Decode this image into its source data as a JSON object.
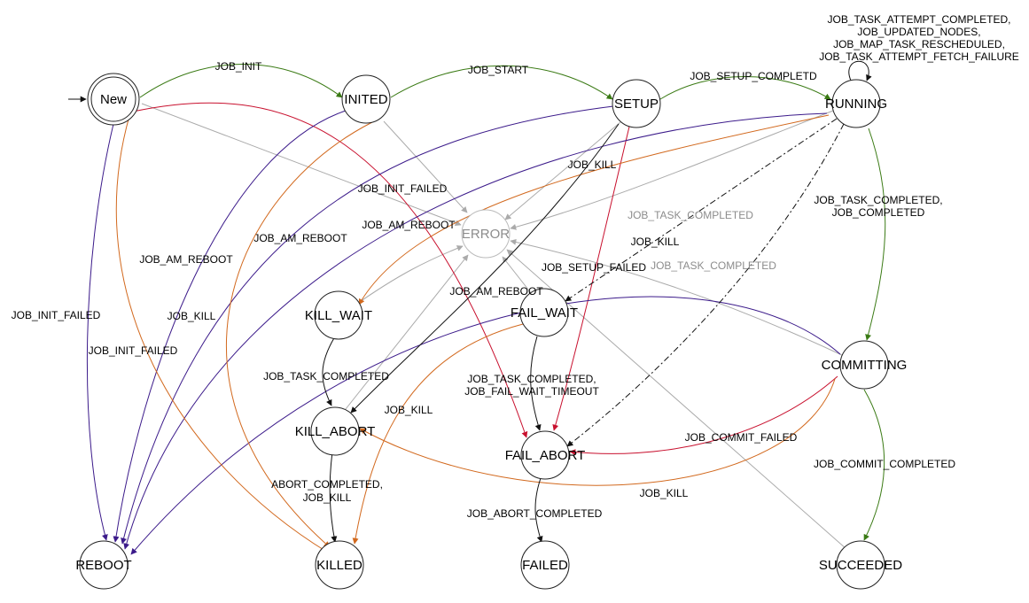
{
  "states": [
    {
      "id": "new",
      "label": "New",
      "style": "initial"
    },
    {
      "id": "inited",
      "label": "INITED",
      "style": "normal"
    },
    {
      "id": "setup",
      "label": "SETUP",
      "style": "normal"
    },
    {
      "id": "running",
      "label": "RUNNING",
      "style": "normal"
    },
    {
      "id": "error",
      "label": "ERROR",
      "style": "muted"
    },
    {
      "id": "kill_wait",
      "label": "KILL_WAIT",
      "style": "normal"
    },
    {
      "id": "fail_wait",
      "label": "FAIL_WAIT",
      "style": "normal"
    },
    {
      "id": "committing",
      "label": "COMMITTING",
      "style": "normal"
    },
    {
      "id": "kill_abort",
      "label": "KILL_ABORT",
      "style": "normal"
    },
    {
      "id": "fail_abort",
      "label": "FAIL_ABORT",
      "style": "normal"
    },
    {
      "id": "reboot",
      "label": "REBOOT",
      "style": "normal"
    },
    {
      "id": "killed",
      "label": "KILLED",
      "style": "normal"
    },
    {
      "id": "failed",
      "label": "FAILED",
      "style": "normal"
    },
    {
      "id": "succeeded",
      "label": "SUCCEEDED",
      "style": "normal"
    }
  ],
  "colors": {
    "green": "#3a7a14",
    "red": "#c8102e",
    "purple": "#3b1a8a",
    "orange": "#d2691e",
    "gray": "#aaaaaa",
    "black": "#111111",
    "muted_text": "#8c8c8c"
  },
  "edges": [
    {
      "id": "new-inited",
      "from": "new",
      "to": "inited",
      "color": "green"
    },
    {
      "id": "inited-setup",
      "from": "inited",
      "to": "setup",
      "color": "green"
    },
    {
      "id": "setup-running",
      "from": "setup",
      "to": "running",
      "color": "green"
    },
    {
      "id": "running-self",
      "from": "running",
      "to": "running",
      "color": "black"
    },
    {
      "id": "running-committing",
      "from": "running",
      "to": "committing",
      "color": "green"
    },
    {
      "id": "committing-succeeded",
      "from": "committing",
      "to": "succeeded",
      "color": "green"
    },
    {
      "id": "new-error",
      "from": "new",
      "to": "error",
      "color": "gray"
    },
    {
      "id": "inited-error",
      "from": "inited",
      "to": "error",
      "color": "gray"
    },
    {
      "id": "setup-error",
      "from": "setup",
      "to": "error",
      "color": "gray"
    },
    {
      "id": "running-error",
      "from": "running",
      "to": "error",
      "color": "gray"
    },
    {
      "id": "kill_wait-error",
      "from": "kill_wait",
      "to": "error",
      "color": "gray"
    },
    {
      "id": "kill_abort-error",
      "from": "kill_abort",
      "to": "error",
      "color": "gray"
    },
    {
      "id": "fail_wait-error",
      "from": "fail_wait",
      "to": "error",
      "color": "gray"
    },
    {
      "id": "committing-error",
      "from": "committing",
      "to": "error",
      "color": "gray"
    },
    {
      "id": "succeeded-error",
      "from": "succeeded",
      "to": "error",
      "color": "gray"
    },
    {
      "id": "new-fail_abort",
      "from": "new",
      "to": "fail_abort",
      "color": "red"
    },
    {
      "id": "setup-fail_abort",
      "from": "setup",
      "to": "fail_abort",
      "color": "red"
    },
    {
      "id": "committing-fail_abort",
      "from": "committing",
      "to": "fail_abort",
      "color": "red"
    },
    {
      "id": "new-reboot",
      "from": "new",
      "to": "reboot",
      "color": "purple"
    },
    {
      "id": "inited-reboot",
      "from": "inited",
      "to": "reboot",
      "color": "purple"
    },
    {
      "id": "setup-reboot",
      "from": "setup",
      "to": "reboot",
      "color": "purple"
    },
    {
      "id": "running-reboot",
      "from": "running",
      "to": "reboot",
      "color": "purple"
    },
    {
      "id": "committing-reboot",
      "from": "committing",
      "to": "reboot",
      "color": "purple"
    },
    {
      "id": "new-killed",
      "from": "new",
      "to": "killed",
      "color": "orange"
    },
    {
      "id": "inited-killed",
      "from": "inited",
      "to": "killed",
      "color": "orange"
    },
    {
      "id": "running-kill_wait",
      "from": "running",
      "to": "kill_wait",
      "color": "orange"
    },
    {
      "id": "fail_wait-killed",
      "from": "fail_wait",
      "to": "killed",
      "color": "orange"
    },
    {
      "id": "committing-kill_abort",
      "from": "committing",
      "to": "kill_abort",
      "color": "orange"
    },
    {
      "id": "kill_wait-kill_abort",
      "from": "kill_wait",
      "to": "kill_abort",
      "color": "black"
    },
    {
      "id": "setup-kill_abort",
      "from": "setup",
      "to": "kill_abort",
      "color": "black"
    },
    {
      "id": "kill_abort-killed",
      "from": "kill_abort",
      "to": "killed",
      "color": "black"
    },
    {
      "id": "fail_wait-fail_abort",
      "from": "fail_wait",
      "to": "fail_abort",
      "color": "black"
    },
    {
      "id": "fail_abort-failed",
      "from": "fail_abort",
      "to": "failed",
      "color": "black"
    },
    {
      "id": "running-fail_wait",
      "from": "running",
      "to": "fail_wait",
      "color": "black"
    },
    {
      "id": "running-fail_abort",
      "from": "running",
      "to": "fail_abort",
      "color": "black"
    }
  ],
  "labels": {
    "job_init": "JOB_INIT",
    "job_start": "JOB_START",
    "job_setup_completd": "JOB_SETUP_COMPLETD",
    "self_1": "JOB_TASK_ATTEMPT_COMPLETED,",
    "self_2": "JOB_UPDATED_NODES,",
    "self_3": "JOB_MAP_TASK_RESCHEDULED,",
    "self_4": "JOB_TASK_ATTEMPT_FETCH_FAILURE",
    "job_kill_setup": "JOB_KILL",
    "job_init_failed_mid": "JOB_INIT_FAILED",
    "job_am_reboot_a": "JOB_AM_REBOOT",
    "job_am_reboot_b": "JOB_AM_REBOOT",
    "job_am_reboot_c": "JOB_AM_REBOOT",
    "job_am_reboot_d": "JOB_AM_REBOOT",
    "job_task_completed_gray1": "JOB_TASK_COMPLETED",
    "job_kill_running": "JOB_KILL",
    "job_setup_failed": "JOB_SETUP_FAILED",
    "job_task_completed_gray2": "JOB_TASK_COMPLETED",
    "running_commit_1": "JOB_TASK_COMPLETED,",
    "running_commit_2": "JOB_COMPLETED",
    "job_init_failed_left": "JOB_INIT_FAILED",
    "job_kill_left": "JOB_KILL",
    "job_init_failed_left2": "JOB_INIT_FAILED",
    "job_task_completed_kw": "JOB_TASK_COMPLETED",
    "fail_wait_1": "JOB_TASK_COMPLETED,",
    "fail_wait_2": "JOB_FAIL_WAIT_TIMEOUT",
    "job_kill_mid": "JOB_KILL",
    "job_commit_failed": "JOB_COMMIT_FAILED",
    "job_commit_completed": "JOB_COMMIT_COMPLETED",
    "abort_1": "ABORT_COMPLETED,",
    "abort_2": "JOB_KILL",
    "job_kill_commit": "JOB_KILL",
    "job_abort_completed": "JOB_ABORT_COMPLETED"
  }
}
